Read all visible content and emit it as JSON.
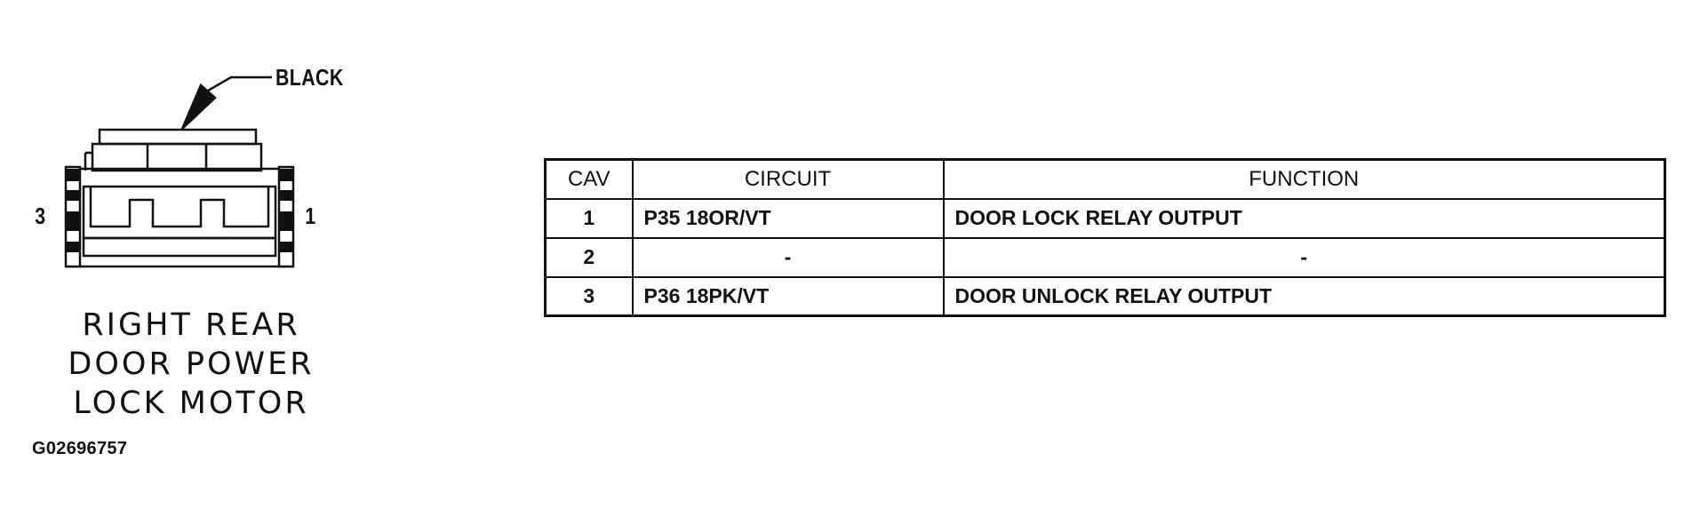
{
  "connector": {
    "color_callout": "BLACK",
    "pin_left": "3",
    "pin_right": "1",
    "title_lines": [
      "RIGHT REAR",
      "DOOR POWER",
      "LOCK MOTOR"
    ],
    "figure_id": "G02696757"
  },
  "table": {
    "headers": {
      "cav": "CAV",
      "circuit": "CIRCUIT",
      "function": "FUNCTION"
    },
    "rows": [
      {
        "cav": "1",
        "circuit": "P35 18OR/VT",
        "function": "DOOR LOCK RELAY OUTPUT"
      },
      {
        "cav": "2",
        "circuit": "-",
        "function": "-"
      },
      {
        "cav": "3",
        "circuit": "P36 18PK/VT",
        "function": "DOOR UNLOCK RELAY OUTPUT"
      }
    ]
  },
  "colors": {
    "line": "#111111",
    "background": "#ffffff"
  }
}
